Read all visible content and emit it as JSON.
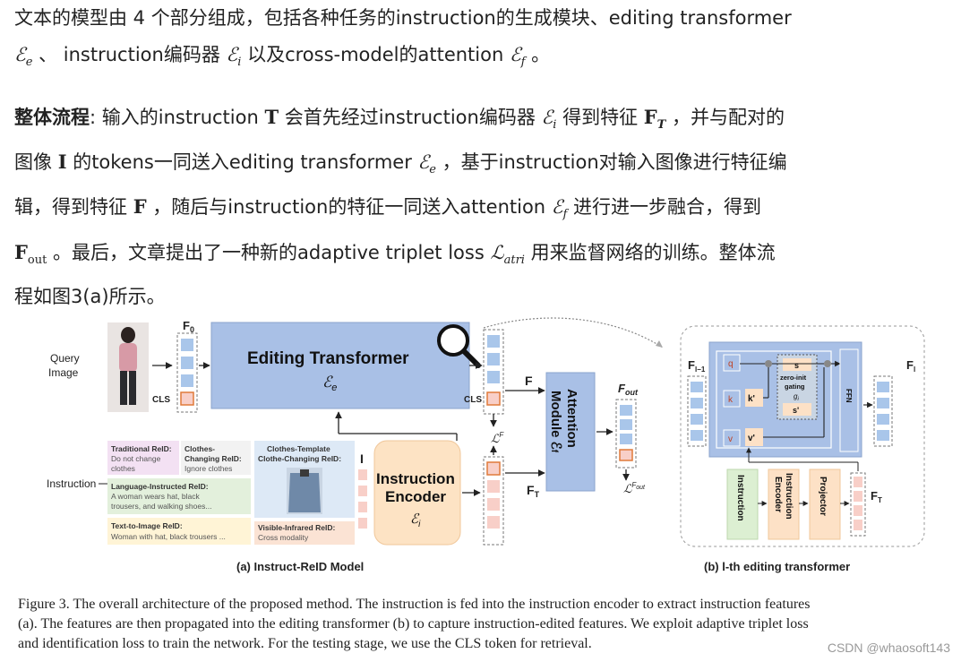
{
  "para1": {
    "line1": "文本的模型由 4 个部分组成，包括各种任务的instruction的生成模块、editing transformer",
    "line2_pre": "、 instruction编码器 ",
    "line2_mid": " 以及cross-model的attention ",
    "line2_end": " 。"
  },
  "para2": {
    "heading": "整体流程",
    "s1": ": 输入的instruction ",
    "s2": " 会首先经过instruction编码器 ",
    "s3": " 得到特征 ",
    "s4": " ，并与配对的",
    "s5": "图像 ",
    "s6": " 的tokens一同送入editing transformer ",
    "s7": " ，基于instruction对输入图像进行特征编",
    "s8": "辑，得到特征 ",
    "s9": " ，随后与instruction的特征一同送入attention ",
    "s10": " 进行进一步融合，得到",
    "s11": " 。最后，文章提出了一种新的adaptive triplet loss ",
    "s12": " 用来监督网络的训练。整体流",
    "s13": "程如图3(a)所示。"
  },
  "math": {
    "Ee": "ℰ",
    "Ee_sub": "e",
    "Ei": "ℰ",
    "Ei_sub": "i",
    "Ef": "ℰ",
    "Ef_sub": "f",
    "T": "T",
    "F": "F",
    "FT_sub": "T",
    "I": "I",
    "Fout_sub": "out",
    "L": "ℒ",
    "L_sub": "atri"
  },
  "figure": {
    "query_image": "Query Image",
    "query_l1": "Query",
    "query_l2": "Image",
    "f0": "F",
    "f0_sub": "0",
    "cls": "CLS",
    "editing_title": "Editing Transformer",
    "editing_sym": "ℰ",
    "editing_sub": "e",
    "instruction_label": "Instruction",
    "cards": [
      {
        "title": "Traditional ReID:",
        "l1": "Do not change",
        "l2": "clothes"
      },
      {
        "title": "Clothes-",
        "l1": "Changing ReID:",
        "l2": "Ignore clothes"
      },
      {
        "title": "Clothes-Template",
        "l1": "Clothe-Changing ReID:",
        "l2": ""
      },
      {
        "title": "Language-Instructed ReID:",
        "l1": "A woman wears hat, black",
        "l2": "trousers, and walking shoes..."
      },
      {
        "title": "Text-to-Image ReID:",
        "l1": "Woman with hat, black trousers ...",
        "l2": ""
      },
      {
        "title": "Visible-Infrared ReID:",
        "l1": "Cross modality",
        "l2": ""
      }
    ],
    "i_label": "I",
    "encoder_l1": "Instruction",
    "encoder_l2": "Encoder",
    "encoder_sym": "ℰ",
    "encoder_sub": "i",
    "F_label": "F",
    "FT_label": "F",
    "FT_sub": "T",
    "LF_label": "ℒ",
    "LF_sup": "F",
    "attention_l1": "Attention",
    "attention_l2": "Module ℰ",
    "attention_sub": "f",
    "fout": "F",
    "fout_sub": "out",
    "lfout": "ℒ",
    "lfout_sup": "F",
    "lfout_supsub": "out",
    "caption_a": "(a) Instruct-ReID Model",
    "caption_b": "(b) l-th editing transformer",
    "fl1": "F",
    "fl1_sub": "l−1",
    "fl": "F",
    "fl_sub": "l",
    "q": "q",
    "k": "k",
    "v": "v",
    "kp": "k'",
    "vp": "v'",
    "s": "s",
    "sp": "s'",
    "zero_init": "zero-init",
    "gating": "gating",
    "gi": "g",
    "gi_sub": "i",
    "ffn": "FFN",
    "b_instruction": "Instruction",
    "b_encoder_l1": "Instruction",
    "b_encoder_l2": "Encoder",
    "b_projector": "Projector",
    "b_ft": "F",
    "b_ft_sub": "T"
  },
  "caption": {
    "l1": "Figure 3. The overall architecture of the proposed method. The instruction is fed into the instruction encoder to extract instruction features",
    "l2": "(a). The features are then propagated into the editing transformer (b) to capture instruction-edited features. We exploit adaptive triplet loss",
    "l3": "and identification loss to train the network. For the testing stage, we use the CLS token for retrieval."
  },
  "watermark": "CSDN @whaosoft143",
  "colors": {
    "editing_blue": "#a9c0e6",
    "encoder_orange": "#fde3c4",
    "token_blue": "#a9c6ea",
    "token_pink": "#f8cfc8",
    "card_pink": "#f3e1f3",
    "card_green": "#e3f0dc",
    "card_yellow": "#fff4d6",
    "card_peach": "#fbe3d4",
    "card_blue": "#dde9f6",
    "green_block": "#dcefd2",
    "orange_block": "#fde1c6"
  }
}
